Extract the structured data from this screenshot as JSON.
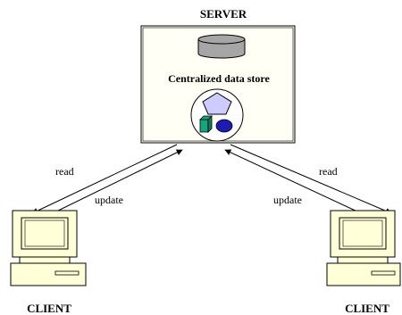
{
  "server": {
    "title": "SERVER",
    "store_label": "Centralized data store"
  },
  "clients": [
    {
      "label": "CLIENT"
    },
    {
      "label": "CLIENT"
    }
  ],
  "arrows": {
    "left_read": "read",
    "left_update": "update",
    "right_read": "read",
    "right_update": "update"
  },
  "colors": {
    "server_fill": "#fffff5",
    "computer_fill": "#ffffd8",
    "pentagon_fill": "#ccccff",
    "cube_fill": "#1aa37a",
    "ellipse_fill": "#1c1cb5",
    "cylinder_fill": "#a6a6a6"
  },
  "icons": {
    "database": "cylinder-icon",
    "data_shapes": [
      "pentagon-icon",
      "cube-icon",
      "ellipse-icon"
    ],
    "client_computer": "desktop-computer-icon"
  }
}
